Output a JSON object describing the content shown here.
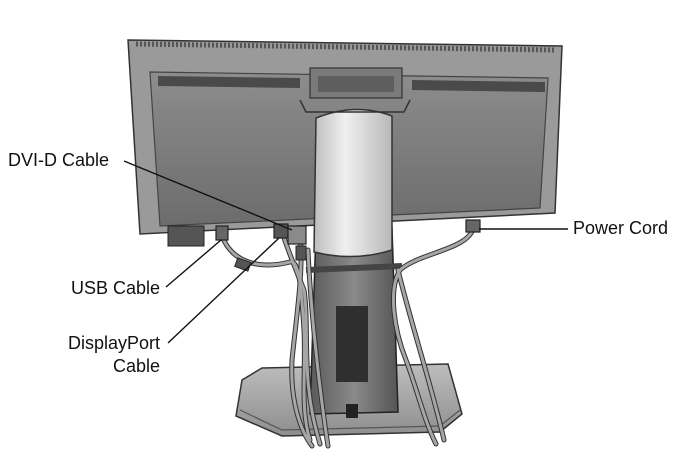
{
  "labels": {
    "dvi_d": "DVI-D Cable",
    "usb": "USB Cable",
    "displayport_line1": "DisplayPort",
    "displayport_line2": "Cable",
    "power": "Power Cord"
  },
  "colors": {
    "bezel": "#8c8c8c",
    "back_panel": "#6f6f6f",
    "neck_light": "#d4d4d4",
    "stand": "#6a6a6a",
    "base": "#a8a8a8",
    "cable": "#9a9a9a"
  }
}
